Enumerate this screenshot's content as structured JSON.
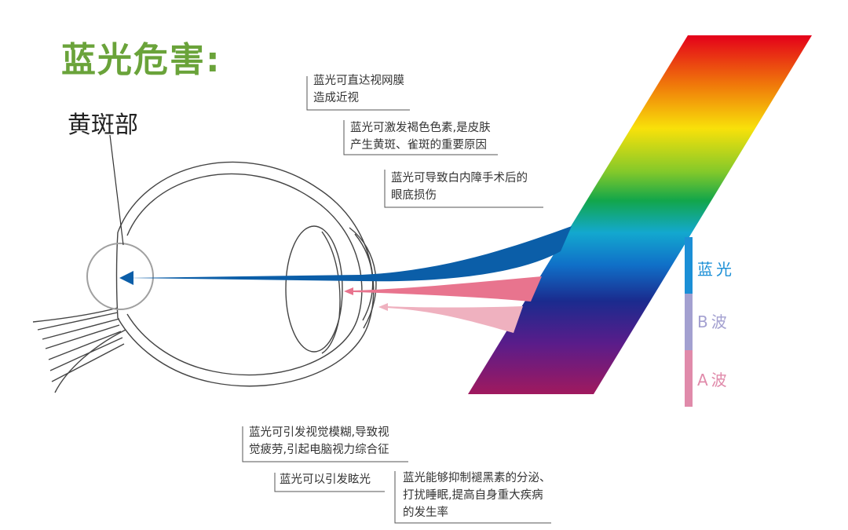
{
  "title": "蓝光危害:",
  "macula_label": "黄斑部",
  "notes": [
    "蓝光可直达视网膜\n造成近视",
    "蓝光可激发褐色色素,是皮肤\n产生黄斑、雀斑的重要原因",
    "蓝光可导致白内障手术后的\n眼底损伤",
    "蓝光可引发视觉模糊,导致视\n觉疲劳,引起电脑视力综合征",
    "蓝光可以引发眩光",
    "蓝光能够抑制褪黑素的分泌、\n打扰睡眠,提高自身重大疾病\n的发生率"
  ],
  "bands": [
    {
      "label": "蓝光",
      "color": "#1b8fd6"
    },
    {
      "label": "B波",
      "color": "#a3a0d0"
    },
    {
      "label": "A波",
      "color": "#e08aaa"
    }
  ],
  "colors": {
    "title": "#6aa33a",
    "blue_ray": "#0b5ea8",
    "pink_ray": "#e8748e",
    "light_pink_ray": "#efb1bf",
    "eye_stroke": "#444444",
    "macula_circle": "#a0a0a0"
  }
}
